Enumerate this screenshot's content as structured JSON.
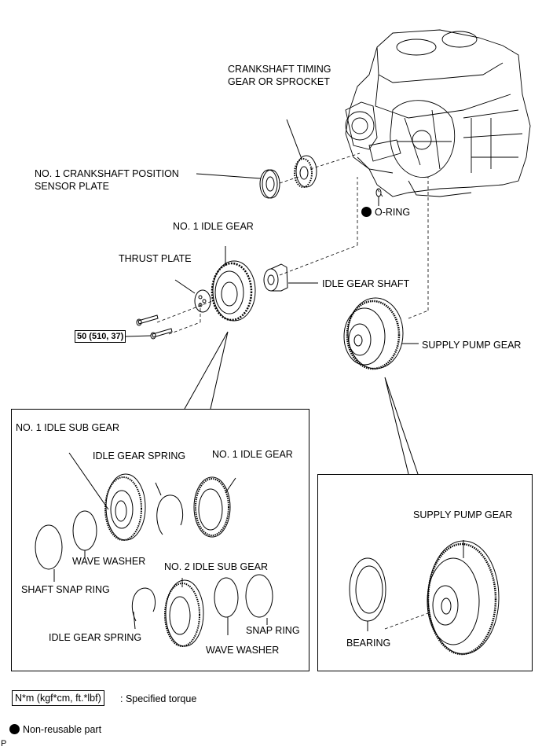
{
  "diagram": {
    "labels": {
      "crankshaft_timing_gear": [
        "CRANKSHAFT TIMING",
        "GEAR OR SPROCKET"
      ],
      "crankshaft_position_sensor_plate": [
        "NO. 1 CRANKSHAFT POSITION",
        "SENSOR PLATE"
      ],
      "o_ring": "O-RING",
      "no1_idle_gear": "NO. 1 IDLE GEAR",
      "thrust_plate": "THRUST PLATE",
      "idle_gear_shaft": "IDLE GEAR SHAFT",
      "supply_pump_gear": "SUPPLY PUMP GEAR",
      "torque_value": "50 (510, 37)"
    },
    "idle_gear_detail": {
      "title": "NO. 1 IDLE SUB GEAR",
      "idle_gear_spring_top": "IDLE GEAR SPRING",
      "no1_idle_gear": "NO. 1 IDLE GEAR",
      "wave_washer_top": "WAVE WASHER",
      "no2_idle_sub_gear": "NO. 2 IDLE SUB GEAR",
      "shaft_snap_ring": "SHAFT SNAP RING",
      "idle_gear_spring_bottom": "IDLE GEAR SPRING",
      "snap_ring": "SNAP RING",
      "wave_washer_bottom": "WAVE WASHER"
    },
    "supply_pump_detail": {
      "supply_pump_gear": "SUPPLY PUMP GEAR",
      "bearing": "BEARING"
    },
    "legend": {
      "torque_unit": "N*m (kgf*cm, ft.*lbf)",
      "torque_desc": ": Specified torque",
      "nonreusable_desc": "Non-reusable part",
      "page_marker": "P"
    }
  }
}
